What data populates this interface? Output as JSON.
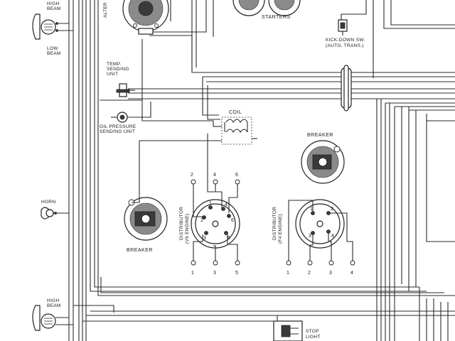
{
  "labels": {
    "high_beam_top": [
      "HIGH",
      "BEAM"
    ],
    "low_beam": [
      "LOW",
      "BEAM"
    ],
    "alternator": "ALTER",
    "starters": "STARTERS",
    "kick_down": [
      "KICK-DOWN SW.",
      "(AUTO. TRANS.)"
    ],
    "temp_sending": [
      "TEMP.",
      "SENDING",
      "UNIT"
    ],
    "oil_pressure": [
      "OIL PRESSURE",
      "SENDING UNIT"
    ],
    "coil": "COIL",
    "breaker_right": "BREAKER",
    "horn": "HORN",
    "breaker_left": "BREAKER",
    "distributor_v6": [
      "DISTRIBUTOR",
      "(V6 ENGINE)"
    ],
    "distributor_f4": [
      "DISTRIBUTOR",
      "(F4 ENGINE)"
    ],
    "high_beam_bottom": [
      "HIGH",
      "BEAM"
    ],
    "stop_light": [
      "STOP",
      "LIGHT"
    ]
  },
  "v6_terminals": {
    "top": [
      "2",
      "4",
      "6"
    ],
    "bottom": [
      "1",
      "3",
      "5"
    ],
    "cap": [
      "1",
      "2",
      "3",
      "4",
      "5",
      "6"
    ]
  },
  "f4_terminals": {
    "bottom": [
      "1",
      "2",
      "3",
      "4"
    ],
    "cap": [
      "1",
      "2",
      "3",
      "4"
    ]
  },
  "colors": {
    "ink": "#2b2b2b",
    "paper": "#ffffff"
  }
}
